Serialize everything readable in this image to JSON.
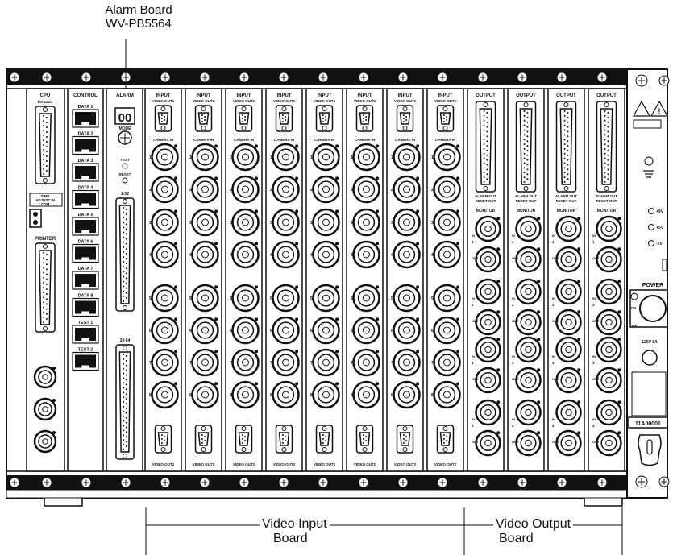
{
  "callout": {
    "line1": "Alarm Board",
    "line2": "WV-PB5564"
  },
  "bottom_labels": {
    "video_input_1": "Video Input",
    "video_input_2": "Board",
    "video_output_1": "Video Output",
    "video_output_2": "Board"
  },
  "panel": {
    "cpu": {
      "title": "CPU",
      "port_label": "RS-232C",
      "time_adjust_1": "TIME",
      "time_adjust_2": "ADJUST IN",
      "time_adjust_3": "COM",
      "printer": "PRINTER"
    },
    "control": {
      "title": "CONTROL",
      "ports": [
        "DATA 1",
        "DATA 2",
        "DATA 3",
        "DATA 4",
        "DATA 5",
        "DATA 6",
        "DATA 7",
        "DATA 8",
        "TEST 1",
        "TEST 2"
      ]
    },
    "alarm": {
      "title": "ALARM",
      "display": "00",
      "mode": "MODE",
      "test": "TEST",
      "reset": "RESET",
      "range1": "1-32",
      "range2": "33-64"
    },
    "input_board": {
      "title": "INPUT",
      "video_out1": "VIDEO OUT1",
      "camera_in": "CAMERA IN",
      "video_out2": "VIDEO OUT2",
      "channels": [
        "1",
        "2",
        "3",
        "4",
        "5",
        "6",
        "7",
        "8"
      ]
    },
    "output_board": {
      "title": "OUTPUT",
      "alarm_out": "ALARM OUT",
      "reset_out": "RESET OUT",
      "monitor": "MONITOR",
      "in": "IN",
      "out": "OUT",
      "channels": [
        "1",
        "2",
        "3",
        "4"
      ]
    },
    "power": {
      "v1": "+9V",
      "v2": "+5V",
      "v3": "-5V",
      "title": "POWER",
      "on": "ON",
      "off": "OFF",
      "fuse": "125V 8A",
      "serial": "11A00001"
    }
  }
}
